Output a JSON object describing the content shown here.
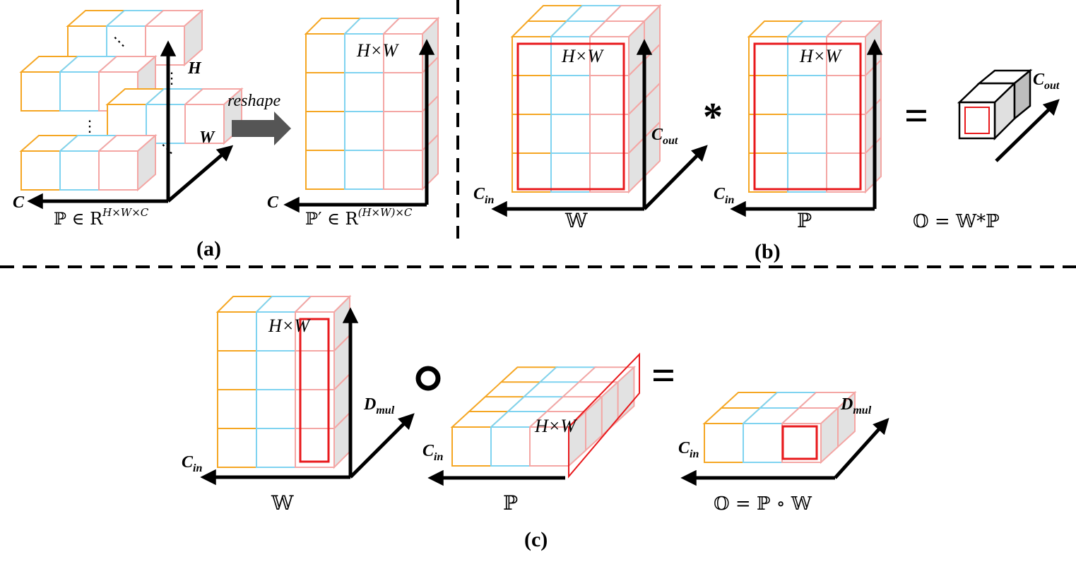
{
  "colors": {
    "ch1": "#f5a623",
    "ch2": "#7fd3f0",
    "ch3": "#f4a6a4",
    "side": "#e2e2e2",
    "top": "#ffffff",
    "highlight": "#e8191c",
    "axis": "#000000",
    "arrow_fill": "#555555",
    "divider": "#000000"
  },
  "panels": {
    "a": {
      "caption": "(a)",
      "reshape_label": "reshape",
      "axis_h": "H",
      "axis_w": "W",
      "axis_c_left": "C",
      "axis_c_right": "C",
      "hw_label": "H×W",
      "set_label_left": "ℙ ∈ R",
      "set_sup_left": "H×W×C",
      "set_label_right": "ℙ′ ∈ R",
      "set_sup_right": "(H×W)×C",
      "dots": "⋮"
    },
    "b": {
      "caption": "(b)",
      "hw_label_1": "H×W",
      "hw_label_2": "H×W",
      "c_in_1": "C",
      "c_in_1_sub": "in",
      "c_in_2": "C",
      "c_in_2_sub": "in",
      "c_out_1": "C",
      "c_out_1_sub": "out",
      "c_out_2": "C",
      "c_out_2_sub": "out",
      "w_label": "𝕎",
      "p_label": "ℙ",
      "conv_op": "*",
      "equals": "=",
      "result_eq": "𝕆 = 𝕎*ℙ"
    },
    "c": {
      "caption": "(c)",
      "hw_label_1": "H×W",
      "hw_label_2": "H×W",
      "c_in_1": "C",
      "c_in_1_sub": "in",
      "c_in_2": "C",
      "c_in_2_sub": "in",
      "c_in_3": "C",
      "c_in_3_sub": "in",
      "d_mul_1": "D",
      "d_mul_1_sub": "mul",
      "d_mul_2": "D",
      "d_mul_2_sub": "mul",
      "w_label": "𝕎",
      "p_label": "ℙ",
      "hadamard_op": "○",
      "equals": "=",
      "result_eq": "𝕆 = ℙ ∘ 𝕎"
    }
  }
}
